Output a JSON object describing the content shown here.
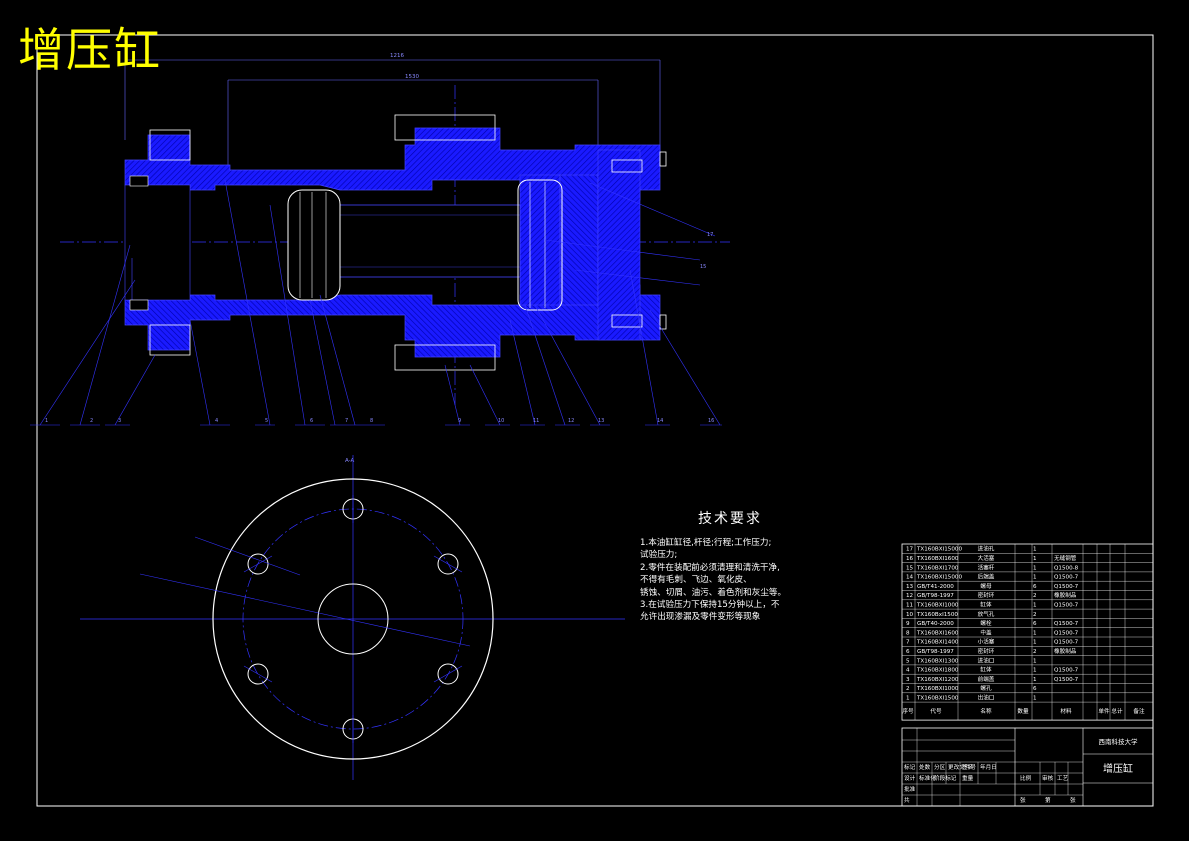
{
  "drawing": {
    "title": "增压缸",
    "colors": {
      "background": "#000000",
      "part": "#1a1aff",
      "hatch": "#0000cc",
      "line": "#ffffff",
      "dim": "#3333ff",
      "title": "#ffff00",
      "center": "#ff3333"
    }
  },
  "technical_requirements": {
    "title": "技术要求",
    "lines": [
      "1.本油缸缸径,杆径;行程;工作压力;",
      "试验压力;",
      "2.零件在装配前必须清理和清洗干净,",
      "不得有毛刺、飞边、氧化皮、",
      "锈蚀、切屑、油污、着色剂和灰尘等。",
      "3.在试验压力下保持15分钟以上，不",
      "允许出现渗漏及零件变形等现象"
    ]
  },
  "section_label": "A-A",
  "dimensions": {
    "overall": "1216",
    "inner": "1530"
  },
  "balloons": [
    "1",
    "2",
    "3",
    "4",
    "5",
    "6",
    "7",
    "8",
    "9",
    "10",
    "11",
    "12",
    "13",
    "14",
    "15",
    "16",
    "17"
  ],
  "parts_list": [
    {
      "no": "17",
      "code": "TX160BXI15000",
      "name": "进油孔",
      "qty": "1",
      "mat": ""
    },
    {
      "no": "16",
      "code": "TX160BXI1600",
      "name": "大活塞",
      "qty": "1",
      "mat": "无缝钢管"
    },
    {
      "no": "15",
      "code": "TX160BXI1700",
      "name": "活塞杆",
      "qty": "1",
      "mat": "Q1500-8"
    },
    {
      "no": "14",
      "code": "TX160BXI15000",
      "name": "后端盖",
      "qty": "1",
      "mat": "Q1500-7"
    },
    {
      "no": "13",
      "code": "GB/T41-2000",
      "name": "螺母",
      "qty": "6",
      "mat": "Q1500-7"
    },
    {
      "no": "12",
      "code": "GB/T98-1997",
      "name": "密封环",
      "qty": "2",
      "mat": "橡胶制品"
    },
    {
      "no": "11",
      "code": "TX160BXI1000",
      "name": "缸体",
      "qty": "1",
      "mat": "Q1500-7"
    },
    {
      "no": "10",
      "code": "TX160BxI1500",
      "name": "放气孔",
      "qty": "2",
      "mat": ""
    },
    {
      "no": "9",
      "code": "GB/T40-2000",
      "name": "螺栓",
      "qty": "6",
      "mat": "Q1500-7"
    },
    {
      "no": "8",
      "code": "TX160BXI1600",
      "name": "中盖",
      "qty": "1",
      "mat": "Q1500-7"
    },
    {
      "no": "7",
      "code": "TX160BXI1400",
      "name": "小活塞",
      "qty": "1",
      "mat": "Q1500-7"
    },
    {
      "no": "6",
      "code": "GB/T98-1997",
      "name": "密封环",
      "qty": "2",
      "mat": "橡胶制品"
    },
    {
      "no": "5",
      "code": "TX160BXI1300",
      "name": "进油口",
      "qty": "1",
      "mat": ""
    },
    {
      "no": "4",
      "code": "TX160BXI1800",
      "name": "缸体",
      "qty": "1",
      "mat": "Q1500-7"
    },
    {
      "no": "3",
      "code": "TX160BXI1200",
      "name": "前端盖",
      "qty": "1",
      "mat": "Q1500-7"
    },
    {
      "no": "2",
      "code": "TX160BXI1000",
      "name": "螺孔",
      "qty": "6",
      "mat": ""
    },
    {
      "no": "1",
      "code": "TX160BXI1500",
      "name": "出油口",
      "qty": "1",
      "mat": ""
    }
  ],
  "parts_header": [
    "序号",
    "代号",
    "名称",
    "数量",
    "材料",
    "单件",
    "总计",
    "备注"
  ],
  "title_block": {
    "school": "西南科技大学",
    "name": "增压缸",
    "labels": [
      "标记",
      "处数",
      "分区",
      "更改文件号",
      "签名",
      "年月日",
      "设计",
      "标准化",
      "阶段标记",
      "重量",
      "比例",
      "审核",
      "工艺",
      "批准",
      "共",
      "张",
      "第",
      "张"
    ]
  }
}
